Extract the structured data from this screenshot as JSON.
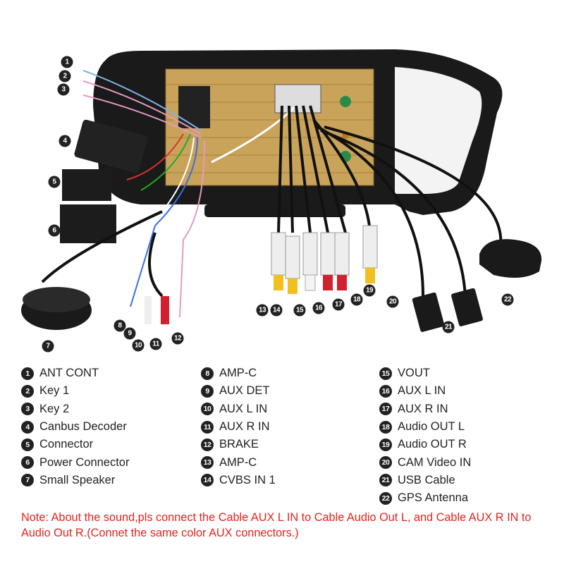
{
  "callouts": [
    "1",
    "2",
    "3",
    "4",
    "5",
    "6",
    "7",
    "8",
    "9",
    "10",
    "11",
    "12",
    "13",
    "14",
    "15",
    "16",
    "17",
    "18",
    "19",
    "20",
    "21",
    "22"
  ],
  "legend": {
    "col1": [
      {
        "num": "1",
        "label": "ANT CONT"
      },
      {
        "num": "2",
        "label": "Key 1"
      },
      {
        "num": "3",
        "label": "Key 2"
      },
      {
        "num": "4",
        "label": "Canbus Decoder"
      },
      {
        "num": "5",
        "label": "Connector"
      },
      {
        "num": "6",
        "label": "Power Connector"
      },
      {
        "num": "7",
        "label": "Small Speaker"
      }
    ],
    "col2": [
      {
        "num": "8",
        "label": "AMP-C"
      },
      {
        "num": "9",
        "label": "AUX DET"
      },
      {
        "num": "10",
        "label": "AUX L IN"
      },
      {
        "num": "11",
        "label": "AUX R IN"
      },
      {
        "num": "12",
        "label": "BRAKE"
      },
      {
        "num": "13",
        "label": "AMP-C"
      },
      {
        "num": "14",
        "label": "CVBS IN 1"
      }
    ],
    "col3": [
      {
        "num": "15",
        "label": "VOUT"
      },
      {
        "num": "16",
        "label": "AUX L IN"
      },
      {
        "num": "17",
        "label": "AUX R IN"
      },
      {
        "num": "18",
        "label": "Audio OUT L"
      },
      {
        "num": "19",
        "label": "Audio OUT R"
      },
      {
        "num": "20",
        "label": "CAM Video IN"
      },
      {
        "num": "21",
        "label": "USB Cable"
      },
      {
        "num": "22",
        "label": "GPS Antenna"
      }
    ]
  },
  "note": "Note: About the sound,pls connect the Cable AUX L IN to Cable Audio Out L, and Cable AUX R IN to  Audio Out R.(Connet the same color AUX connectors.)",
  "colors": {
    "note": "#e5231f",
    "panel": "#c9a35a",
    "frame": "#1a1a1a"
  }
}
